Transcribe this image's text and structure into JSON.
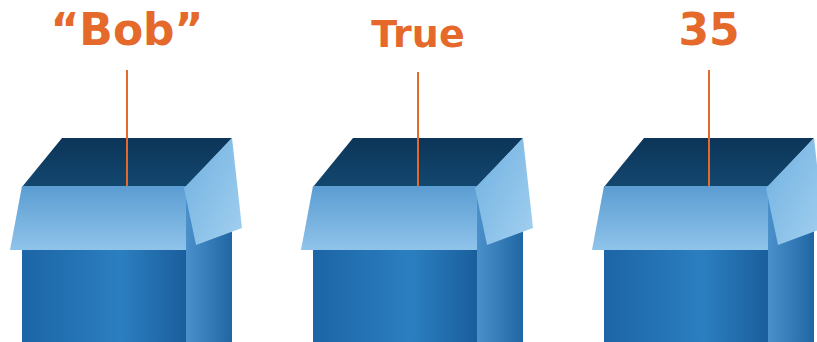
{
  "diagram": {
    "nodes": [
      {
        "text": [
          "“Bob”"
        ]
      },
      {
        "text": [
          "True"
        ]
      },
      {
        "text": [
          "35"
        ]
      }
    ]
  }
}
